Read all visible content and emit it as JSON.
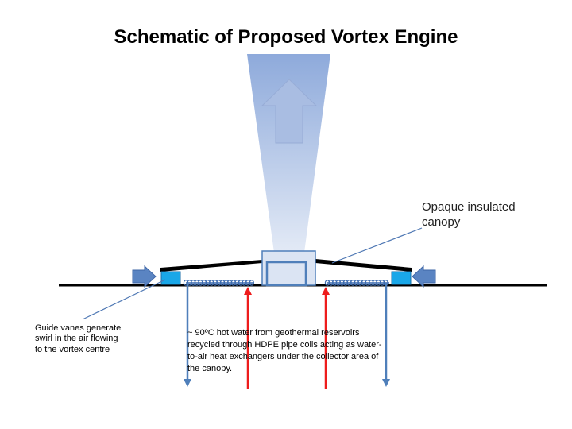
{
  "title": "Schematic of Proposed Vortex Engine",
  "annotations": {
    "canopy": [
      "Opaque insulated",
      "canopy"
    ],
    "guide_vanes": [
      "Guide vanes generate",
      "swirl in the air flowing",
      "to the vortex centre"
    ],
    "hot_water": [
      "~ 90ºC hot water from geothermal reservoirs",
      "recycled through HDPE pipe coils acting as water-",
      "to-air heat exchangers under the collector area of",
      "the canopy."
    ]
  },
  "colors": {
    "vortex_plume_top": "#8eaadb",
    "vortex_plume_bottom": "#dbe4f3",
    "updraft_arrow": "#a9bde2",
    "inflow_arrow": "#5a84c2",
    "guide_vane_box": "#1aa7e8",
    "hot_water_pipe": "#ee1c1c",
    "return_pipe": "#4f7fba",
    "pipe_coil": "#3d6cb0",
    "canopy_line": "#000000",
    "pointer_line": "#4f78b4"
  }
}
